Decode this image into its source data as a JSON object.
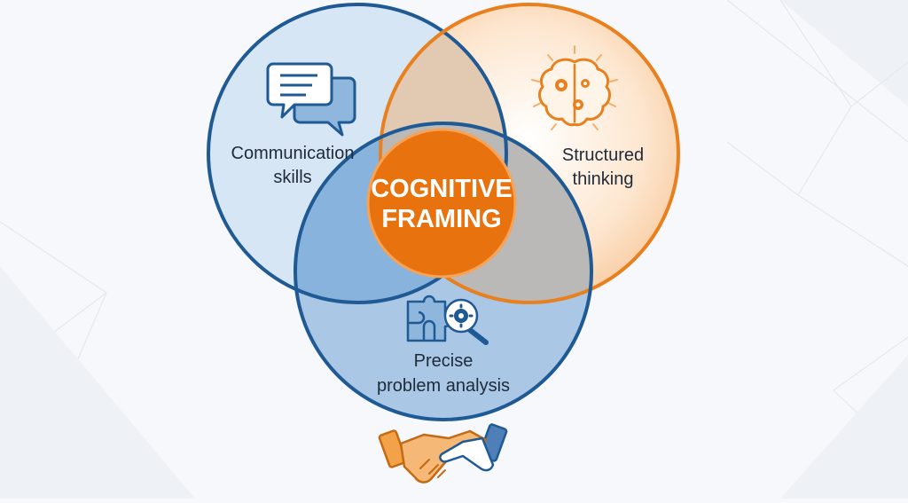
{
  "diagram": {
    "center": {
      "line1": "COGNITIVE",
      "line2": "FRAMING"
    },
    "circles": {
      "communication": {
        "line1": "Communication",
        "line2": "skills",
        "icon": "speech-bubbles-icon"
      },
      "structured": {
        "line1": "Structured",
        "line2": "thinking",
        "icon": "brain-gears-icon"
      },
      "analysis": {
        "line1": "Precise",
        "line2": "problem analysis",
        "icon": "puzzle-magnifier-icon"
      }
    },
    "footer_icon": "handshake-icon"
  },
  "colors": {
    "blue_stroke": "#1f5a94",
    "orange_stroke": "#e8801f",
    "center_fill": "#e8730e",
    "text": "#1e2a38"
  }
}
